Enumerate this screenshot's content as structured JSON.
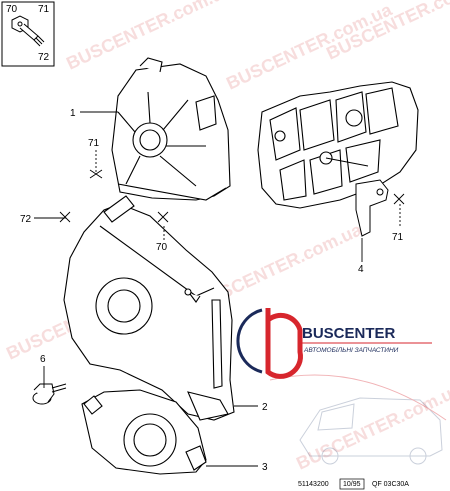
{
  "inset": {
    "labels": [
      "70",
      "71",
      "72"
    ]
  },
  "callouts": {
    "c1": "1",
    "c71a": "71",
    "c72": "72",
    "c70": "70",
    "c71b": "71",
    "c4": "4",
    "c6": "6",
    "c2": "2",
    "c3": "3"
  },
  "logo": {
    "name": "BUSCENTER",
    "tagline": "АВТОМОБІЛЬНІ ЗАПЧАСТИНИ"
  },
  "watermark": {
    "text": "BUSCENTER.com.ua"
  },
  "footer": {
    "ref_left": "51143200",
    "date": "10/95",
    "ref_right": "QF 03C30A"
  },
  "colors": {
    "logo_red": "#d7262d",
    "logo_navy": "#1b2a5a",
    "watermark": "#e9a0a0"
  }
}
